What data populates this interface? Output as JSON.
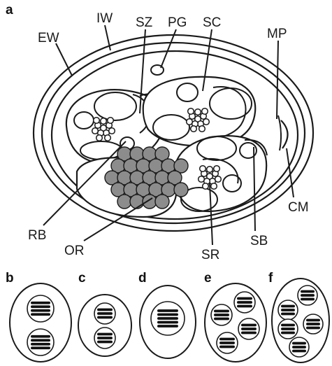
{
  "panels": {
    "a": "a",
    "b": "b",
    "c": "c",
    "d": "d",
    "e": "e",
    "f": "f"
  },
  "labels": {
    "EW": "EW",
    "IW": "IW",
    "SZ": "SZ",
    "PG": "PG",
    "SC": "SC",
    "MP": "MP",
    "RB": "RB",
    "OR": "OR",
    "SR": "SR",
    "SB": "SB",
    "CM": "CM"
  },
  "colors": {
    "outline": "#1a1a1a",
    "dark_body": "#9a9a9a",
    "residual_body": "#8c8c8c",
    "background": "#ffffff"
  }
}
